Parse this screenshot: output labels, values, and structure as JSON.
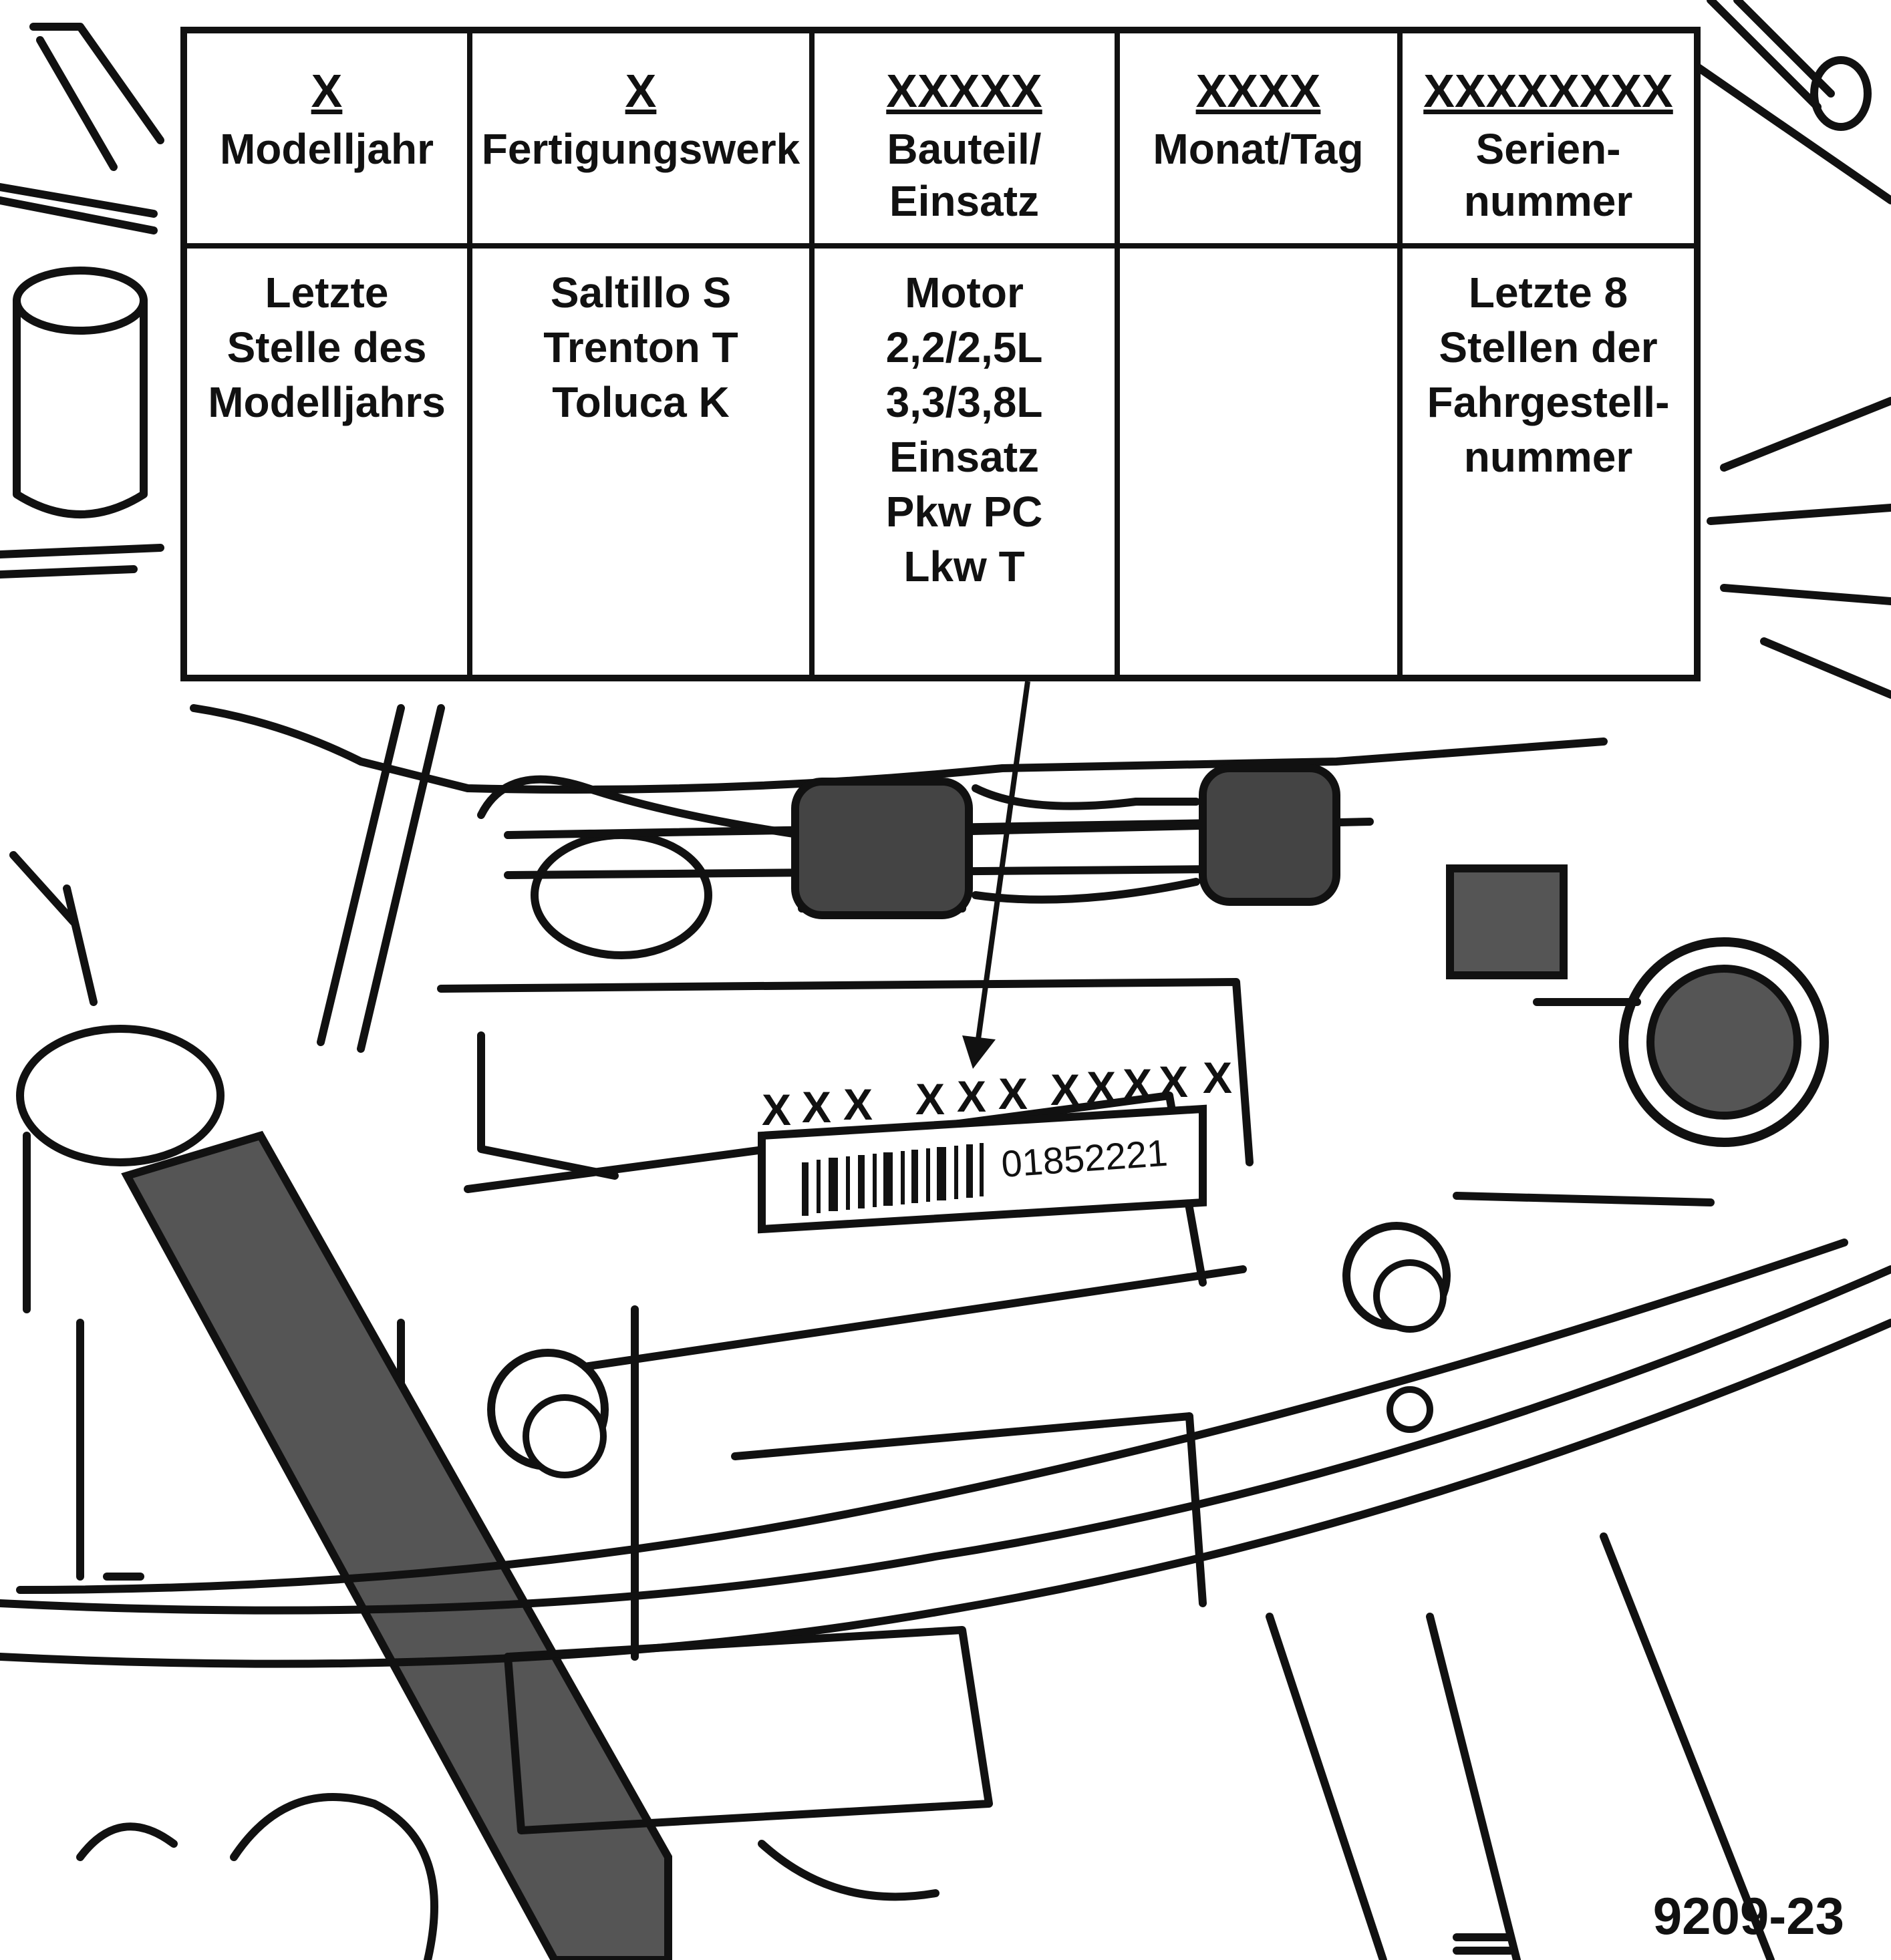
{
  "table": {
    "columns": [
      {
        "code": "X",
        "heading": [
          "Modelljahr"
        ],
        "content": [
          "Letzte",
          "Stelle des",
          "Modelljahrs"
        ]
      },
      {
        "code": "X",
        "heading": [
          "Fertigungswerk"
        ],
        "content": [
          "Saltillo S",
          "Trenton T",
          "Toluca K"
        ]
      },
      {
        "code": "XXXXX",
        "heading": [
          "Bauteil/",
          "Einsatz"
        ],
        "content": [
          "Motor",
          "2,2/2,5L",
          "3,3/3,8L",
          "Einsatz",
          "Pkw PC",
          "Lkw T"
        ]
      },
      {
        "code": "XXXX",
        "heading": [
          "Monat/Tag"
        ],
        "content": []
      },
      {
        "code": "XXXXXXXX",
        "heading": [
          "Serien-",
          "nummer"
        ],
        "content": [
          "Letzte 8",
          "Stellen der",
          "Fahrgestell-",
          "nummer"
        ]
      }
    ]
  },
  "label_plate": {
    "x_marks": [
      "X",
      "X",
      "X",
      "X",
      "X",
      "X",
      "X",
      "X",
      "X",
      "X",
      "X"
    ],
    "number": "01852221"
  },
  "figure_number": "9209-23"
}
